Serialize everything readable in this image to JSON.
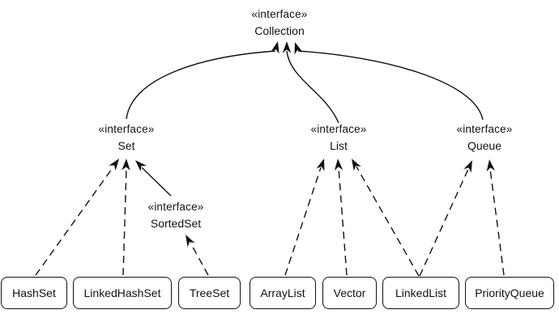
{
  "diagram": {
    "type": "uml-class-diagram",
    "subject": "Java Collections Framework hierarchy",
    "colors": {
      "line": "#111111",
      "box_border": "#111111",
      "box_fill": "#ffffff",
      "background": "#ffffff",
      "text": "#111111"
    },
    "interfaces": {
      "collection": {
        "stereotype": "«interface»",
        "name": "Collection"
      },
      "set": {
        "stereotype": "«interface»",
        "name": "Set"
      },
      "list": {
        "stereotype": "«interface»",
        "name": "List"
      },
      "queue": {
        "stereotype": "«interface»",
        "name": "Queue"
      },
      "sortedset": {
        "stereotype": "«interface»",
        "name": "SortedSet"
      }
    },
    "classes": {
      "hashset": {
        "name": "HashSet"
      },
      "linkedhashset": {
        "name": "LinkedHashSet"
      },
      "treeset": {
        "name": "TreeSet"
      },
      "arraylist": {
        "name": "ArrayList"
      },
      "vector": {
        "name": "Vector"
      },
      "linkedlist": {
        "name": "LinkedList"
      },
      "priorityqueue": {
        "name": "PriorityQueue"
      }
    },
    "edges": [
      {
        "from": "Set",
        "to": "Collection",
        "line": "solid",
        "arrow": "open"
      },
      {
        "from": "List",
        "to": "Collection",
        "line": "solid",
        "arrow": "open"
      },
      {
        "from": "Queue",
        "to": "Collection",
        "line": "solid",
        "arrow": "open"
      },
      {
        "from": "SortedSet",
        "to": "Set",
        "line": "solid",
        "arrow": "open"
      },
      {
        "from": "HashSet",
        "to": "Set",
        "line": "dashed",
        "arrow": "open"
      },
      {
        "from": "LinkedHashSet",
        "to": "Set",
        "line": "dashed",
        "arrow": "open"
      },
      {
        "from": "TreeSet",
        "to": "SortedSet",
        "line": "dashed",
        "arrow": "open"
      },
      {
        "from": "ArrayList",
        "to": "List",
        "line": "dashed",
        "arrow": "open"
      },
      {
        "from": "Vector",
        "to": "List",
        "line": "dashed",
        "arrow": "open"
      },
      {
        "from": "LinkedList",
        "to": "List",
        "line": "dashed",
        "arrow": "open"
      },
      {
        "from": "LinkedList",
        "to": "Queue",
        "line": "dashed",
        "arrow": "open"
      },
      {
        "from": "PriorityQueue",
        "to": "Queue",
        "line": "dashed",
        "arrow": "open"
      }
    ]
  }
}
